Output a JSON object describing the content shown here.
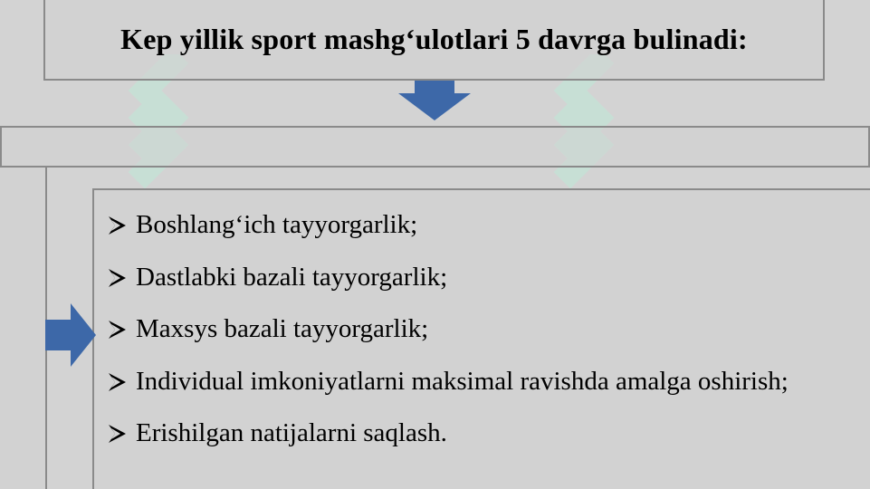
{
  "title": "Kep yillik sport mashg‘ulotlari 5 davrga bulinadi:",
  "items": [
    "Boshlang‘ich tayyorgarlik;",
    "Dastlabki bazali tayyorgarlik;",
    "Maxsys bazali tayyorgarlik;",
    "Individual imkoniyatlarni maksimal ravishda amalga oshirish;",
    "Erishilgan natijalarni saqlash."
  ],
  "colors": {
    "background": "#d3d3d3",
    "arrow": "#3d68a8",
    "border": "#8a8a8a",
    "watermark": "#bfe9d8"
  },
  "icons": {
    "bullet": "arrowhead-bullet-icon",
    "down_arrow": "down-arrow-icon",
    "right_arrow": "right-arrow-icon"
  }
}
